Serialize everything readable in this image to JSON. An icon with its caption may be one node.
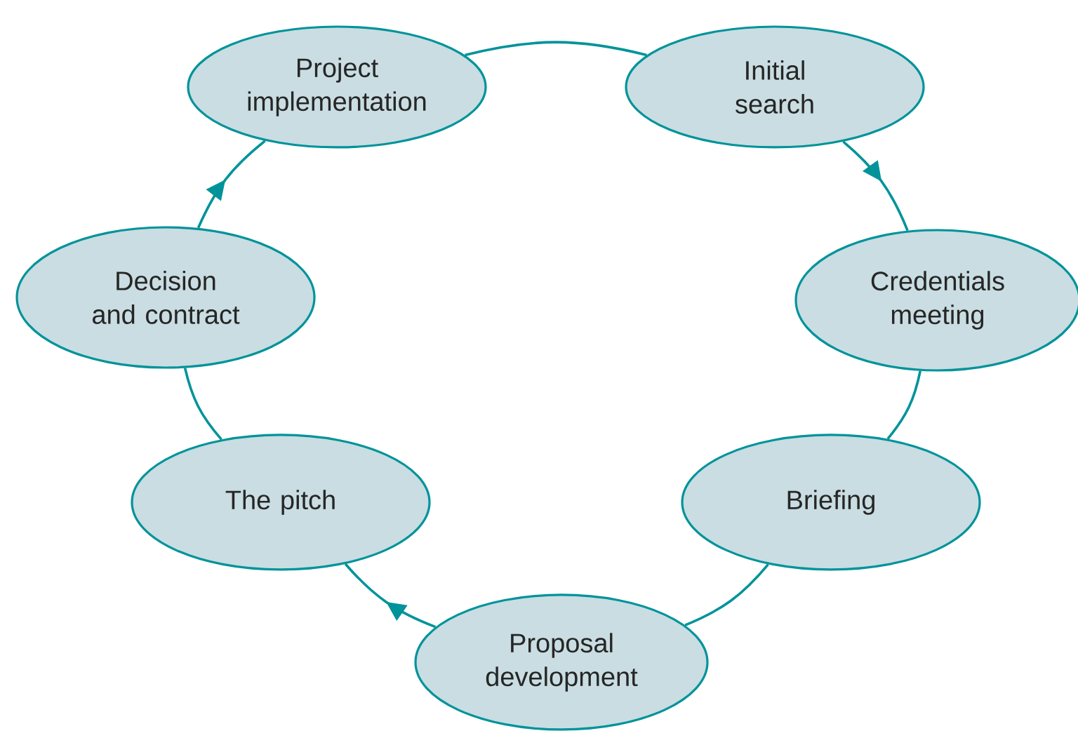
{
  "diagram": {
    "nodes": [
      {
        "text": [
          "Project implementation"
        ]
      },
      {
        "text": [
          "Initial search"
        ]
      },
      {
        "text": [
          "Decision and contract"
        ]
      },
      {
        "text": [
          "Credentials meeting"
        ]
      },
      {
        "text": [
          "The pitch"
        ]
      },
      {
        "text": [
          "Briefing"
        ]
      },
      {
        "text": [
          "Proposal development"
        ]
      }
    ],
    "edges": [
      {
        "from": 0,
        "to": 1,
        "arrow": "none"
      },
      {
        "from": 1,
        "to": 3,
        "arrow": "to"
      },
      {
        "from": 3,
        "to": 5,
        "arrow": "none"
      },
      {
        "from": 5,
        "to": 6,
        "arrow": "none"
      },
      {
        "from": 6,
        "to": 4,
        "arrow": "to"
      },
      {
        "from": 4,
        "to": 2,
        "arrow": "none"
      },
      {
        "from": 2,
        "to": 0,
        "arrow": "to"
      }
    ]
  }
}
